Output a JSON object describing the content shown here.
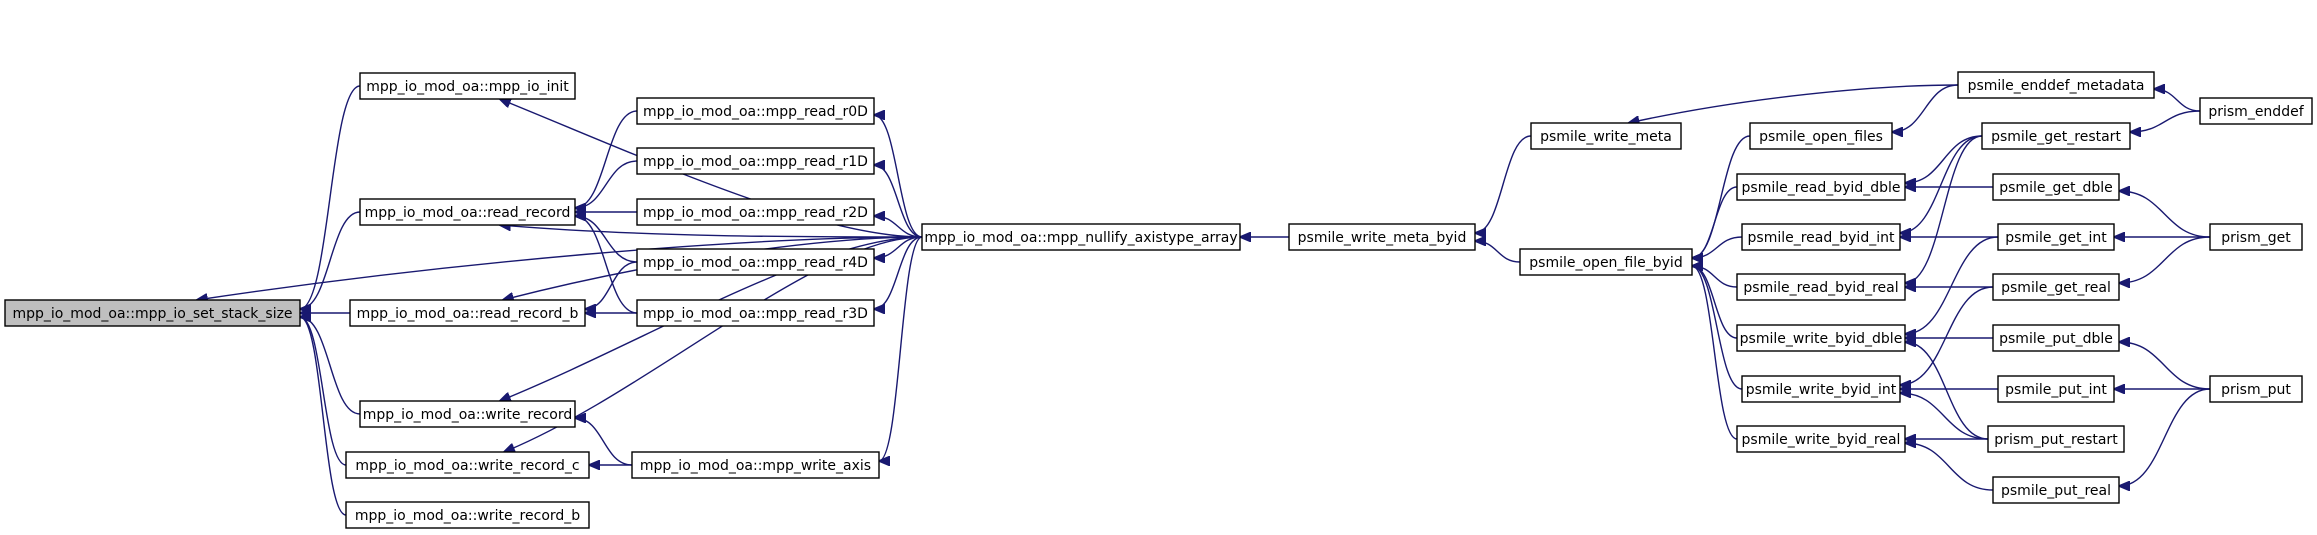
{
  "graph": {
    "edge_color": "#191970",
    "root_fill": "#bfbfbf",
    "nodes": [
      {
        "id": "root",
        "label": "mpp_io_mod_oa::mpp_io_set_stack_size"
      },
      {
        "id": "io_init",
        "label": "mpp_io_mod_oa::mpp_io_init"
      },
      {
        "id": "read_record",
        "label": "mpp_io_mod_oa::read_record"
      },
      {
        "id": "read_record_b",
        "label": "mpp_io_mod_oa::read_record_b"
      },
      {
        "id": "write_record",
        "label": "mpp_io_mod_oa::write_record"
      },
      {
        "id": "write_record_c",
        "label": "mpp_io_mod_oa::write_record_c"
      },
      {
        "id": "write_record_b",
        "label": "mpp_io_mod_oa::write_record_b"
      },
      {
        "id": "read_r0d",
        "label": "mpp_io_mod_oa::mpp_read_r0D"
      },
      {
        "id": "read_r1d",
        "label": "mpp_io_mod_oa::mpp_read_r1D"
      },
      {
        "id": "read_r2d",
        "label": "mpp_io_mod_oa::mpp_read_r2D"
      },
      {
        "id": "read_r4d",
        "label": "mpp_io_mod_oa::mpp_read_r4D"
      },
      {
        "id": "read_r3d",
        "label": "mpp_io_mod_oa::mpp_read_r3D"
      },
      {
        "id": "write_axis",
        "label": "mpp_io_mod_oa::mpp_write_axis"
      },
      {
        "id": "nullify",
        "label": "mpp_io_mod_oa::mpp_nullify_axistype_array"
      },
      {
        "id": "write_meta_byid",
        "label": "psmile_write_meta_byid"
      },
      {
        "id": "write_meta",
        "label": "psmile_write_meta"
      },
      {
        "id": "open_file_byid",
        "label": "psmile_open_file_byid"
      },
      {
        "id": "open_files",
        "label": "psmile_open_files"
      },
      {
        "id": "read_byid_dble",
        "label": "psmile_read_byid_dble"
      },
      {
        "id": "read_byid_int",
        "label": "psmile_read_byid_int"
      },
      {
        "id": "read_byid_real",
        "label": "psmile_read_byid_real"
      },
      {
        "id": "write_byid_dble",
        "label": "psmile_write_byid_dble"
      },
      {
        "id": "write_byid_int",
        "label": "psmile_write_byid_int"
      },
      {
        "id": "write_byid_real",
        "label": "psmile_write_byid_real"
      },
      {
        "id": "enddef_metadata",
        "label": "psmile_enddef_metadata"
      },
      {
        "id": "get_restart",
        "label": "psmile_get_restart"
      },
      {
        "id": "get_dble",
        "label": "psmile_get_dble"
      },
      {
        "id": "get_int",
        "label": "psmile_get_int"
      },
      {
        "id": "get_real",
        "label": "psmile_get_real"
      },
      {
        "id": "put_dble",
        "label": "psmile_put_dble"
      },
      {
        "id": "put_int",
        "label": "psmile_put_int"
      },
      {
        "id": "put_restart",
        "label": "prism_put_restart"
      },
      {
        "id": "put_real",
        "label": "psmile_put_real"
      },
      {
        "id": "prism_enddef",
        "label": "prism_enddef"
      },
      {
        "id": "prism_get",
        "label": "prism_get"
      },
      {
        "id": "prism_put",
        "label": "prism_put"
      }
    ],
    "edges": [
      {
        "from": "io_init",
        "to": "root"
      },
      {
        "from": "read_record",
        "to": "root"
      },
      {
        "from": "read_record_b",
        "to": "root"
      },
      {
        "from": "write_record",
        "to": "root"
      },
      {
        "from": "write_record_c",
        "to": "root"
      },
      {
        "from": "write_record_b",
        "to": "root"
      },
      {
        "from": "nullify",
        "to": "root"
      },
      {
        "from": "nullify",
        "to": "io_init"
      },
      {
        "from": "read_r0d",
        "to": "read_record"
      },
      {
        "from": "read_r1d",
        "to": "read_record"
      },
      {
        "from": "read_r2d",
        "to": "read_record"
      },
      {
        "from": "read_r4d",
        "to": "read_record"
      },
      {
        "from": "read_r3d",
        "to": "read_record"
      },
      {
        "from": "nullify",
        "to": "read_record"
      },
      {
        "from": "read_r4d",
        "to": "read_record_b"
      },
      {
        "from": "read_r3d",
        "to": "read_record_b"
      },
      {
        "from": "nullify",
        "to": "read_record_b"
      },
      {
        "from": "nullify",
        "to": "write_record"
      },
      {
        "from": "write_axis",
        "to": "write_record"
      },
      {
        "from": "write_axis",
        "to": "write_record_c"
      },
      {
        "from": "nullify",
        "to": "write_record_c"
      },
      {
        "from": "nullify",
        "to": "read_r0d"
      },
      {
        "from": "nullify",
        "to": "read_r1d"
      },
      {
        "from": "nullify",
        "to": "read_r2d"
      },
      {
        "from": "nullify",
        "to": "read_r4d"
      },
      {
        "from": "nullify",
        "to": "read_r3d"
      },
      {
        "from": "nullify",
        "to": "write_axis"
      },
      {
        "from": "write_meta_byid",
        "to": "nullify"
      },
      {
        "from": "write_meta",
        "to": "write_meta_byid"
      },
      {
        "from": "open_file_byid",
        "to": "write_meta_byid"
      },
      {
        "from": "enddef_metadata",
        "to": "write_meta"
      },
      {
        "from": "open_files",
        "to": "open_file_byid"
      },
      {
        "from": "read_byid_dble",
        "to": "open_file_byid"
      },
      {
        "from": "read_byid_int",
        "to": "open_file_byid"
      },
      {
        "from": "read_byid_real",
        "to": "open_file_byid"
      },
      {
        "from": "write_byid_dble",
        "to": "open_file_byid"
      },
      {
        "from": "write_byid_int",
        "to": "open_file_byid"
      },
      {
        "from": "write_byid_real",
        "to": "open_file_byid"
      },
      {
        "from": "enddef_metadata",
        "to": "open_files"
      },
      {
        "from": "get_restart",
        "to": "read_byid_dble"
      },
      {
        "from": "get_dble",
        "to": "read_byid_dble"
      },
      {
        "from": "get_restart",
        "to": "read_byid_int"
      },
      {
        "from": "get_int",
        "to": "read_byid_int"
      },
      {
        "from": "get_restart",
        "to": "read_byid_real"
      },
      {
        "from": "get_real",
        "to": "read_byid_real"
      },
      {
        "from": "put_dble",
        "to": "write_byid_dble"
      },
      {
        "from": "put_restart",
        "to": "write_byid_dble"
      },
      {
        "from": "put_int",
        "to": "write_byid_int"
      },
      {
        "from": "put_restart",
        "to": "write_byid_int"
      },
      {
        "from": "put_restart",
        "to": "write_byid_real"
      },
      {
        "from": "put_real",
        "to": "write_byid_real"
      },
      {
        "from": "get_int",
        "to": "write_byid_dble"
      },
      {
        "from": "get_real",
        "to": "write_byid_int"
      },
      {
        "from": "prism_enddef",
        "to": "enddef_metadata"
      },
      {
        "from": "prism_enddef",
        "to": "get_restart"
      },
      {
        "from": "prism_get",
        "to": "get_dble"
      },
      {
        "from": "prism_get",
        "to": "get_int"
      },
      {
        "from": "prism_get",
        "to": "get_real"
      },
      {
        "from": "prism_put",
        "to": "put_dble"
      },
      {
        "from": "prism_put",
        "to": "put_int"
      },
      {
        "from": "prism_put",
        "to": "put_real"
      }
    ]
  }
}
